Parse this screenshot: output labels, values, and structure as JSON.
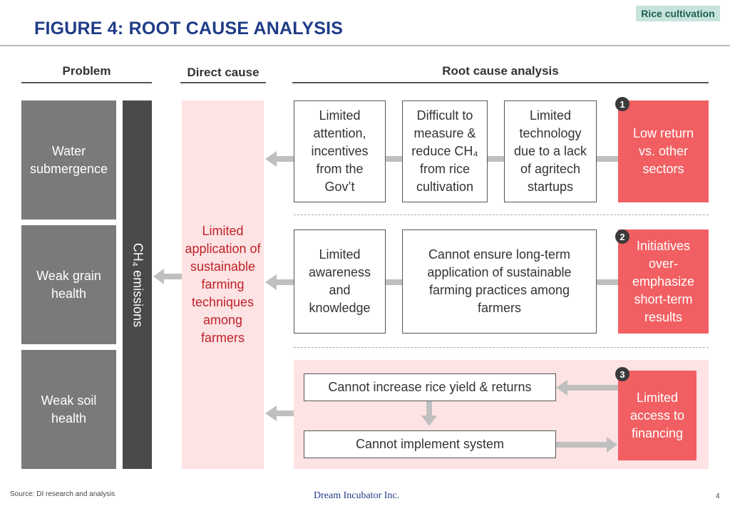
{
  "tag": "Rice cultivation",
  "title": "FIGURE 4: ROOT CAUSE ANALYSIS",
  "columns": {
    "problem": "Problem",
    "direct_cause": "Direct cause",
    "root_cause": "Root cause analysis"
  },
  "problems": [
    "Water submergence",
    "Weak grain health",
    "Weak soil health"
  ],
  "emissions_label": "CH₄ emissions",
  "direct_cause_text": "Limited application of sustainable farming techniques among farmers",
  "rows": [
    {
      "badge": "1",
      "boxes": [
        "Limited attention, incentives from the Gov’t",
        "Difficult to measure & reduce CH₄ from rice cultivation",
        "Limited technology due to a lack of agritech startups"
      ],
      "root": "Low return vs. other sectors"
    },
    {
      "badge": "2",
      "boxes": [
        "Limited awareness and knowledge",
        "Cannot ensure long-term application of sustainable farming practices among farmers"
      ],
      "root": "Initiatives over-emphasize short-term results"
    },
    {
      "badge": "3",
      "boxes": [
        "Cannot increase rice yield & returns",
        "Cannot implement system"
      ],
      "root": "Limited access to financing"
    }
  ],
  "footer": {
    "source": "Source:  DI research and analysis",
    "company": "Dream Incubator Inc.",
    "page": "4"
  }
}
